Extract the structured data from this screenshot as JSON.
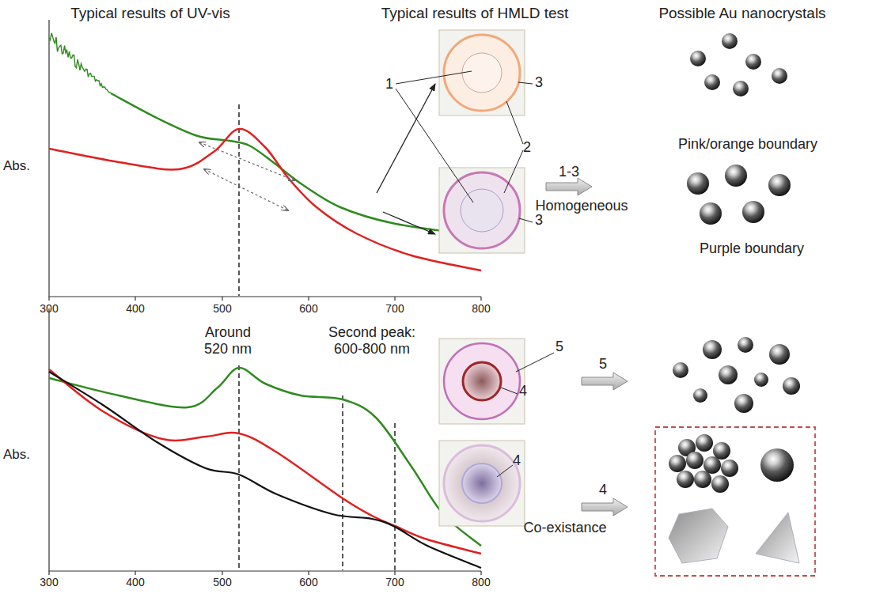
{
  "diagram": {
    "labels": [
      "Typical results of UV-vis",
      "Typical results of HMLD test",
      "Possible Au nanocrystals",
      "1",
      "3",
      "2",
      "3",
      "1-3",
      "Homogeneous",
      "Pink/orange boundary",
      "Abs.",
      "Purple boundary",
      "300",
      "400",
      "500",
      "600",
      "700",
      "800",
      "Around 520 nm",
      "Second peak: 600-800 nm",
      "5",
      "4",
      "5",
      "Abs.",
      "4",
      "4",
      "Co-existance",
      "300",
      "400",
      "500",
      "600",
      "700",
      "800"
    ]
  }
}
